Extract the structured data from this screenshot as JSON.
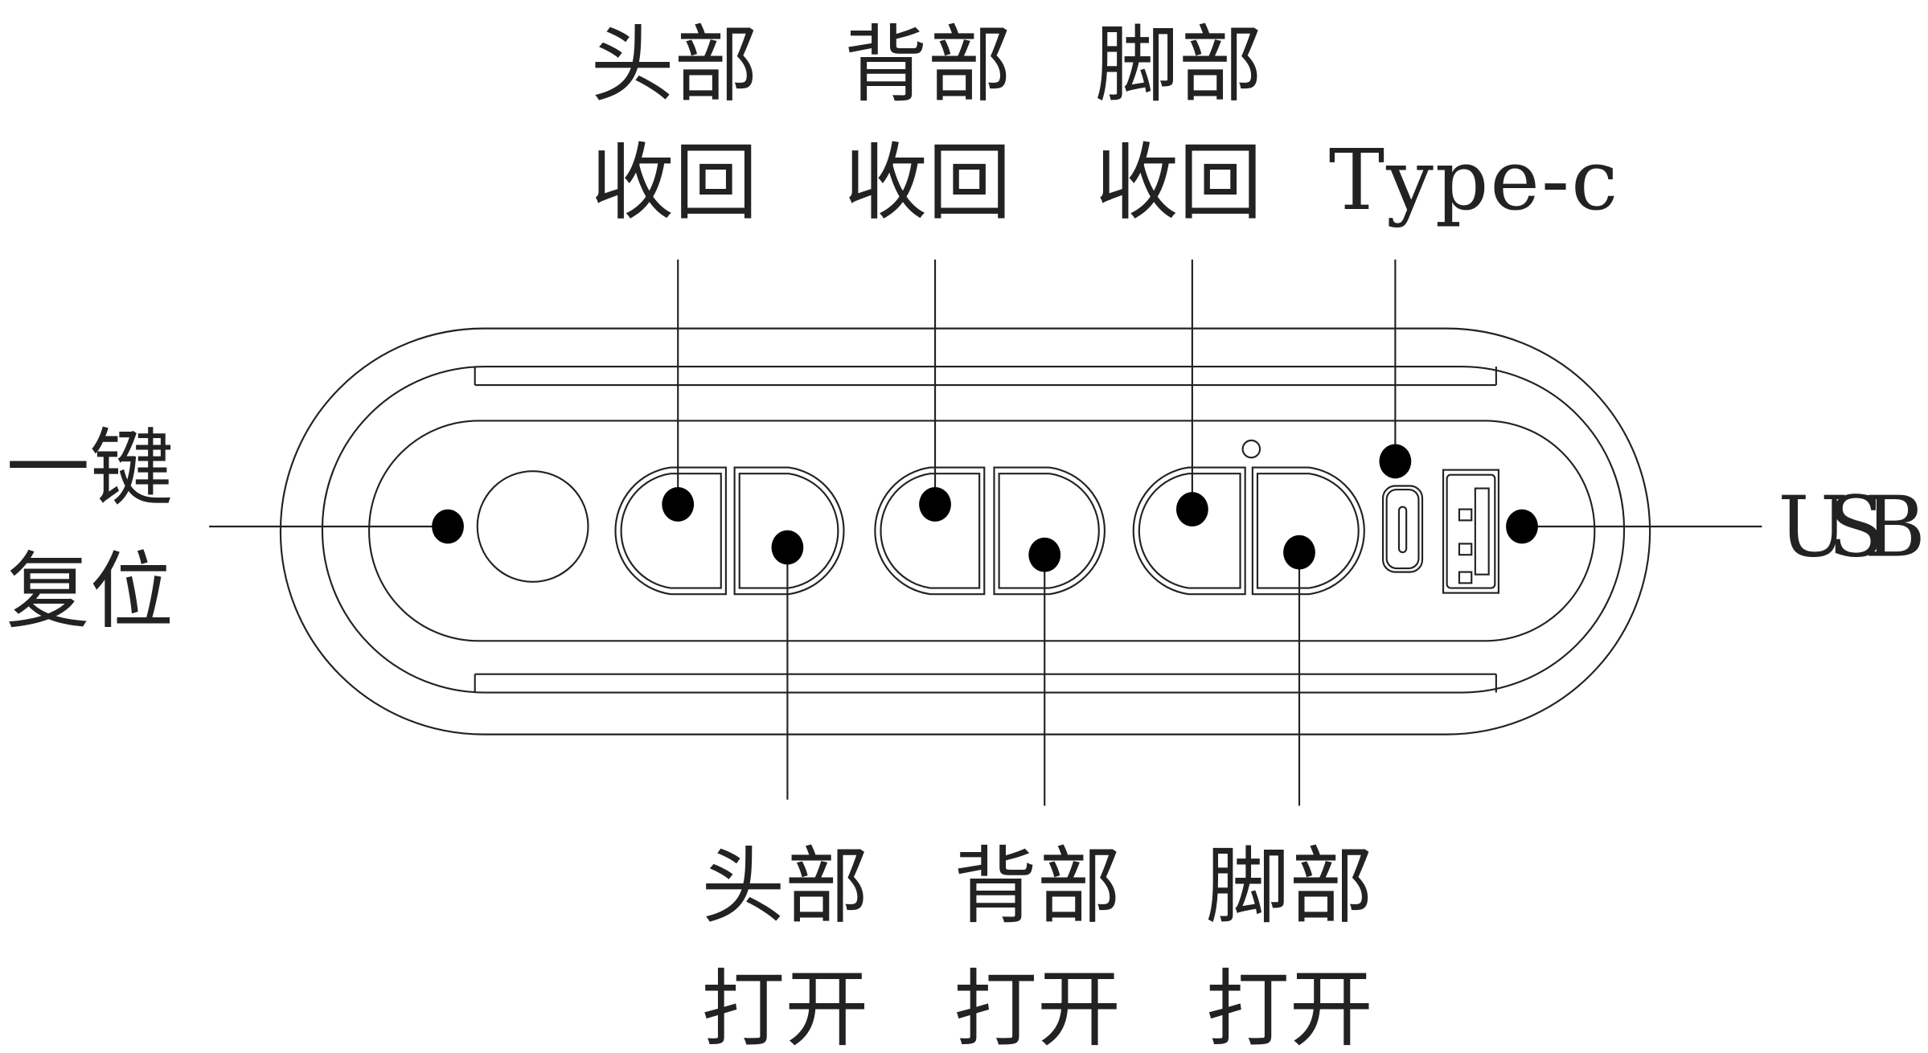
{
  "labels": {
    "reset": [
      "一键",
      "复位"
    ],
    "head_retract": [
      "头部",
      "收回"
    ],
    "back_retract": [
      "背部",
      "收回"
    ],
    "foot_retract": [
      "脚部",
      "收回"
    ],
    "type_c": "Type-c",
    "usb": "USB",
    "head_open": [
      "头部",
      "打开"
    ],
    "back_open": [
      "背部",
      "打开"
    ],
    "foot_open": [
      "脚部",
      "打开"
    ]
  },
  "colors": {
    "line": "#222222",
    "background": "#ffffff"
  }
}
